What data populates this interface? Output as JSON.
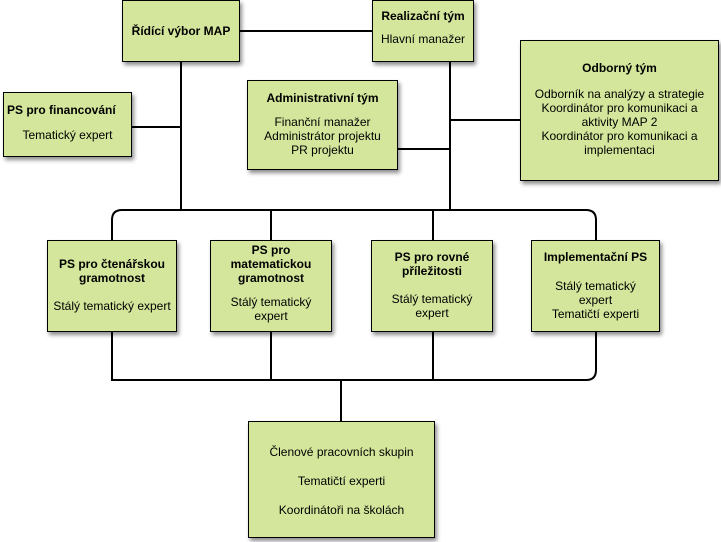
{
  "colors": {
    "box_fill": "#d3e69b",
    "box_border": "#000000",
    "line": "#000000"
  },
  "boxes": {
    "ridici": {
      "title": "Řídící výbor MAP"
    },
    "realizacni": {
      "title": "Realizační tým",
      "l1": "Hlavní manažer"
    },
    "odborny": {
      "title": "Odborný tým",
      "l1": "Odborník na analýzy a strategie",
      "l2": "Koordinátor pro komunikaci a",
      "l3": "aktivity MAP 2",
      "l4": "Koordinátor pro komunikaci a",
      "l5": "implementaci"
    },
    "financovani": {
      "title": "PS pro  financování",
      "l1": "Tematický expert"
    },
    "admin": {
      "title": "Administrativní tým",
      "l1": "Finanční manažer",
      "l2": "Administrátor projektu",
      "l3": "PR projektu"
    },
    "ctenarska": {
      "t1": "PS pro čtenářskou",
      "t2": "gramotnost",
      "l1": "Stálý tematický expert"
    },
    "matematicka": {
      "t1": "PS pro",
      "t2": "matematickou",
      "t3": "gramotnost",
      "l1": "Stálý tematický",
      "l2": "expert"
    },
    "rovne": {
      "t1": "PS pro rovné",
      "t2": "příležitosti",
      "l1": "Stálý tematický",
      "l2": "expert"
    },
    "implementacni": {
      "title": "Implementační PS",
      "l1": "Stálý tematický",
      "l2": "expert",
      "l3": "Tematičtí experti"
    },
    "clenove": {
      "l1": "Členové pracovních skupin",
      "l2": "Tematičtí experti",
      "l3": "Koordinátoři na školách"
    }
  }
}
